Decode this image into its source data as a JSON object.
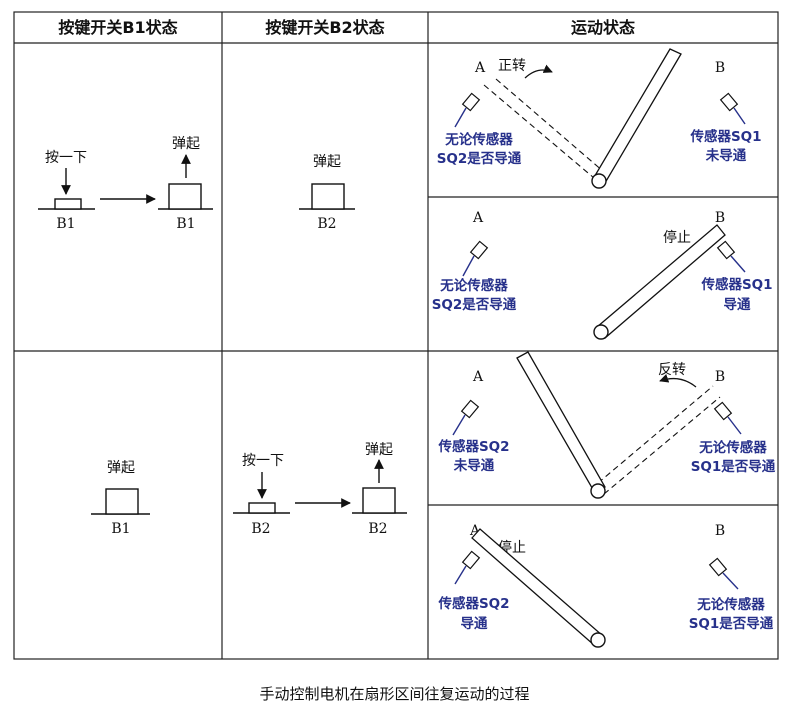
{
  "headers": [
    "按键开关B1状态",
    "按键开关B2状态",
    "运动状态"
  ],
  "caption": "手动控制电机在扇形区间往复运动的过程",
  "row1": {
    "b1": {
      "press": "按一下",
      "release": "弹起",
      "name_left": "B1",
      "name_right": "B1"
    },
    "b2": {
      "state": "弹起",
      "name": "B2"
    },
    "m1": {
      "a": "A",
      "b": "B",
      "action": "正转",
      "left1": "无论传感器",
      "left2": "SQ2是否导通",
      "right1": "传感器SQ1",
      "right2": "未导通"
    },
    "m2": {
      "a": "A",
      "b": "B",
      "action": "停止",
      "left1": "无论传感器",
      "left2": "SQ2是否导通",
      "right1": "传感器SQ1",
      "right2": "导通"
    }
  },
  "row2": {
    "b1": {
      "state": "弹起",
      "name": "B1"
    },
    "b2": {
      "press": "按一下",
      "release": "弹起",
      "name_left": "B2",
      "name_right": "B2"
    },
    "m1": {
      "a": "A",
      "b": "B",
      "action": "反转",
      "left1": "传感器SQ2",
      "left2": "未导通",
      "right1": "无论传感器",
      "right2": "SQ1是否导通"
    },
    "m2": {
      "a": "A",
      "b": "B",
      "action": "停止",
      "left1": "传感器SQ2",
      "left2": "导通",
      "right1": "无论传感器",
      "right2": "SQ1是否导通"
    }
  },
  "colors": {
    "sensor_text": "#27318b",
    "line": "#111111"
  }
}
